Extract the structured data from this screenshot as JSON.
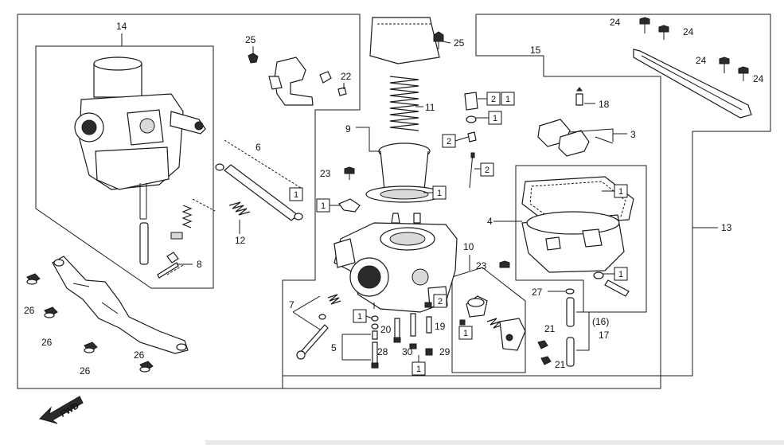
{
  "diagram": {
    "labels": {
      "l14": "14",
      "l25a": "25",
      "l25b": "25",
      "l22": "22",
      "l24a": "24",
      "l24b": "24",
      "l24c": "24",
      "l24d": "24",
      "l15": "15",
      "l11": "11",
      "l9": "9",
      "l6": "6",
      "l12": "12",
      "l23a": "23",
      "l23b": "23",
      "l18": "18",
      "l3": "3",
      "l4": "4",
      "l13": "13",
      "l8": "8",
      "l26a": "26",
      "l26b": "26",
      "l26c": "26",
      "l26d": "26",
      "l7": "7",
      "l5": "5",
      "l20": "20",
      "l19": "19",
      "l28": "28",
      "l30": "30",
      "l29": "29",
      "l10": "10",
      "l27": "27",
      "l16": "(16)",
      "l17": "17",
      "l21a": "21",
      "l21b": "21"
    },
    "qty_boxes": {
      "q_fuelvalve_a": "2",
      "q_fuelvalve_b": "1",
      "q_oring": "1",
      "q_jet": "2",
      "q_needle": "2",
      "q_diaphragm": "1",
      "q_rod": "1",
      "q_clip": "1",
      "q_gasket": "1",
      "q_drain": "1",
      "q_choke": "2",
      "q_oring2": "1",
      "q_pilot": "1",
      "q_bottom": "1"
    },
    "fwd_label": "FWD"
  },
  "colors": {
    "ink": "#1a1a1a",
    "paper": "#ffffff"
  }
}
